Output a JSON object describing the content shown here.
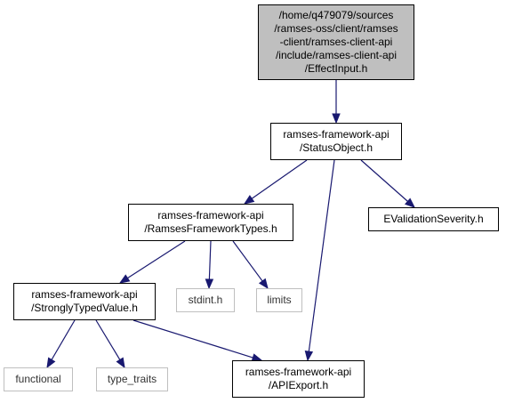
{
  "nodes": {
    "effectinput": {
      "lines": [
        "/home/q479079/sources",
        "/ramses-oss/client/ramses",
        "-client/ramses-client-api",
        "/include/ramses-client-api",
        "/EffectInput.h"
      ]
    },
    "statusobject": {
      "lines": [
        "ramses-framework-api",
        "/StatusObject.h"
      ]
    },
    "frameworktypes": {
      "lines": [
        "ramses-framework-api",
        "/RamsesFrameworkTypes.h"
      ]
    },
    "evalidation": {
      "lines": [
        "EValidationSeverity.h"
      ]
    },
    "stronglytyped": {
      "lines": [
        "ramses-framework-api",
        "/StronglyTypedValue.h"
      ]
    },
    "stdint": {
      "lines": [
        "stdint.h"
      ]
    },
    "limits": {
      "lines": [
        "limits"
      ]
    },
    "functional": {
      "lines": [
        "functional"
      ]
    },
    "typetraits": {
      "lines": [
        "type_traits"
      ]
    },
    "apiexport": {
      "lines": [
        "ramses-framework-api",
        "/APIExport.h"
      ]
    }
  },
  "colors": {
    "edge": "#191970",
    "focus_fill": "#bfbfbf",
    "dim_border": "#bfbfbf"
  }
}
